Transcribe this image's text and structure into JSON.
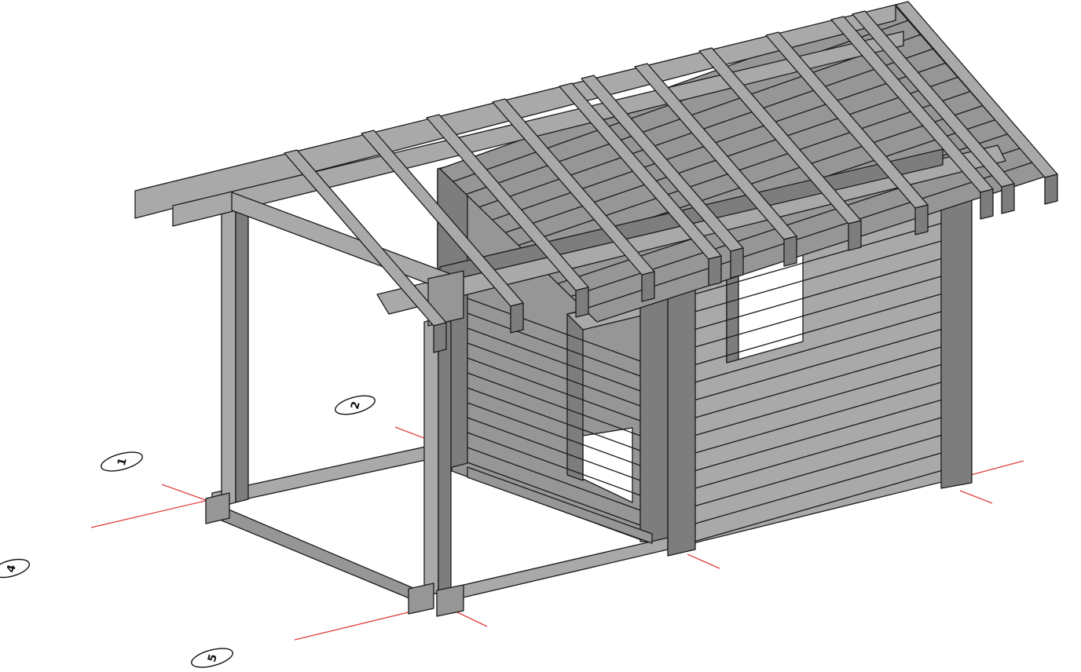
{
  "model": {
    "grid_markers": [
      {
        "id": "marker-1",
        "label": "1"
      },
      {
        "id": "marker-2",
        "label": "2"
      },
      {
        "id": "marker-4",
        "label": "4"
      },
      {
        "id": "marker-5",
        "label": "5"
      }
    ],
    "colors": {
      "timber_light": "#a9a9a9",
      "timber_mid": "#969696",
      "timber_dark": "#7d7d7d",
      "edge": "#1a1a1a",
      "grid_axis": "#e04040",
      "background": "#ffffff"
    }
  }
}
